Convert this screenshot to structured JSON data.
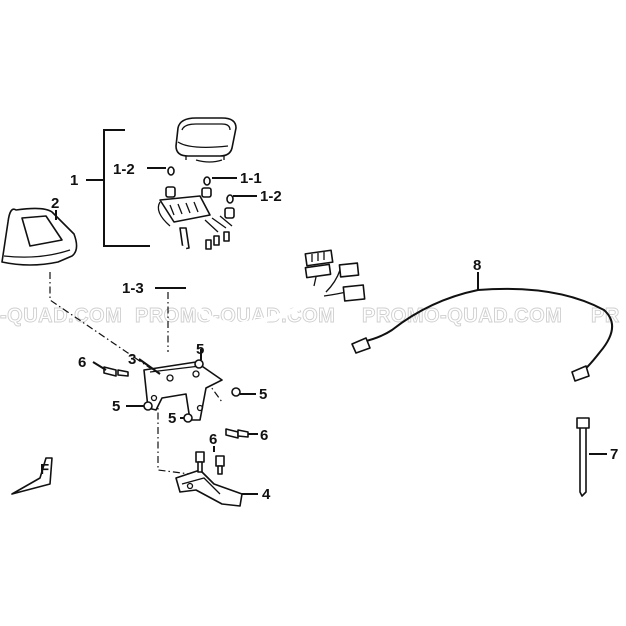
{
  "watermarks": {
    "left": "-QUAD.COM",
    "center": "PROMO-QUAD.COM",
    "right": "PROMO-QUAD.COM",
    "edge": "PR"
  },
  "callouts": {
    "c1": "1",
    "c1_2a": "1-2",
    "c1_1": "1-1",
    "c1_2b": "1-2",
    "c1_3": "1-3",
    "c2": "2",
    "c3": "3",
    "c4": "4",
    "c5a": "5",
    "c5b": "5",
    "c5c": "5",
    "c5d": "5",
    "c6a": "6",
    "c6b": "6",
    "c6c": "6",
    "c7": "7",
    "c8": "8"
  },
  "front_mark": "F"
}
